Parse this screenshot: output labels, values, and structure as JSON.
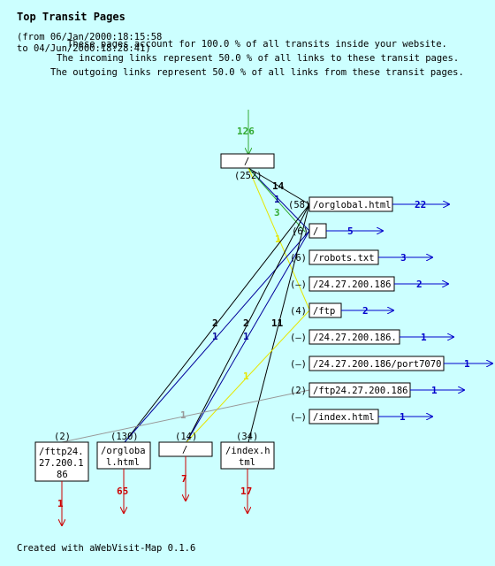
{
  "title": "Top Transit Pages",
  "date_range_line1": "(from 06/Jan/2000:18:15:58",
  "date_range_line2": "to 04/Jun/2000:18:28:41)",
  "info_lines": [
    "These pages account for 100.0 % of all transits inside your website.",
    "The incoming links represent 50.0 % of all links to these transit pages.",
    "The outgoing links represent 50.0 % of all links from these transit pages."
  ],
  "footer": "Created with aWebVisit-Map 0.1.6",
  "colors": {
    "background": "#ccffff",
    "entry_arrow": "#33aa33",
    "exit_arrow": "#cc0000",
    "out_arrow": "#0000cc",
    "link_black": "#000000",
    "link_blue": "#000099",
    "link_yellow": "#e6e600",
    "link_green": "#33aa33",
    "link_gray": "#999999"
  },
  "top_node": {
    "label": "/",
    "count": "(252)",
    "entry_value": "126"
  },
  "pages": [
    {
      "count": "(58)",
      "label": "/orglobal.html",
      "out_value": "22"
    },
    {
      "count": "(6)",
      "label": "/",
      "out_value": "5"
    },
    {
      "count": "(6)",
      "label": "/robots.txt",
      "out_value": "3"
    },
    {
      "count": "(–)",
      "label": "/24.27.200.186",
      "out_value": "2"
    },
    {
      "count": "(4)",
      "label": "/ftp",
      "out_value": "2"
    },
    {
      "count": "(–)",
      "label": "/24.27.200.186.",
      "out_value": "1"
    },
    {
      "count": "(–)",
      "label": "/24.27.200.186/port7070",
      "out_value": "1"
    },
    {
      "count": "(2)",
      "label": "/ftp24.27.200.186",
      "out_value": "1"
    },
    {
      "count": "(–)",
      "label": "/index.html",
      "out_value": "1"
    }
  ],
  "bottom_nodes": [
    {
      "count": "(2)",
      "line1": "/fttp24.",
      "line2": "27.200.1",
      "line3": "86",
      "exit_value": "1"
    },
    {
      "count": "(130)",
      "line1": "/orgloba",
      "line2": "l.html",
      "exit_value": "65"
    },
    {
      "count": "(14)",
      "line1": "/",
      "exit_value": "7"
    },
    {
      "count": "(34)",
      "line1": "/index.h",
      "line2": "tml",
      "exit_value": "17"
    }
  ],
  "link_labels": {
    "top_to_orglobal": "14",
    "top_to_slash_blue": "1",
    "top_to_slash_green": "3",
    "top_to_ftp_yellow": "1",
    "b1_black": "2",
    "b1_blue": "1",
    "b2_black": "2",
    "b2_blue": "1",
    "b3_black": "11",
    "ftp_yellow": "1",
    "ftp24_gray": "1"
  }
}
